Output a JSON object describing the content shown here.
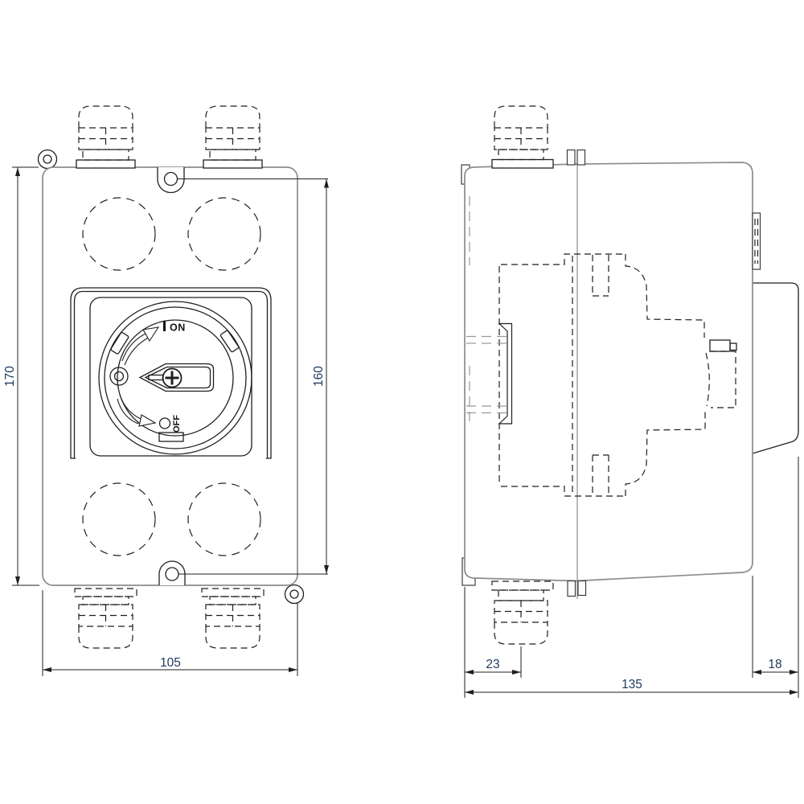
{
  "drawing_type": "technical-dimension-drawing",
  "subject": "enclosed rotary switch box, front and side orthographic views",
  "colors": {
    "background": "#ffffff",
    "outline_gray": "#8c8c8c",
    "detail_black": "#1f1f1f",
    "dimension_text": "#1e3a5c"
  },
  "icons": {
    "on_position_symbol": "vertical-bar",
    "off_position_symbol": "circle",
    "screw_symbol": "phillips-cross",
    "padlock_hole": "concentric-circles"
  },
  "front_view": {
    "dims": {
      "overall_height": "170",
      "mounting_hole_spacing": "160",
      "overall_width": "105"
    },
    "switch": {
      "on_label": "ON",
      "off_label": "OFF"
    }
  },
  "side_view": {
    "dims": {
      "gland_center_from_front": "23",
      "overall_depth": "135",
      "rear_section_depth": "18"
    }
  }
}
